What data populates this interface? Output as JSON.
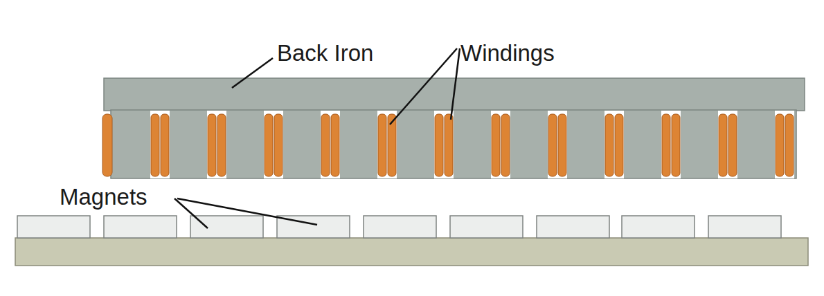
{
  "diagram": {
    "labels": [
      "Back Iron",
      "Windings",
      "Magnets"
    ]
  }
}
